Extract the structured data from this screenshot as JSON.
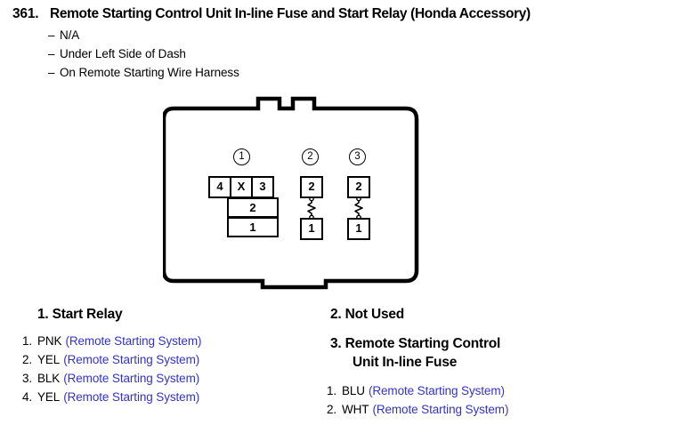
{
  "header": {
    "number": "361.",
    "title": "Remote Starting Control Unit In-line Fuse and Start Relay (Honda Accessory)",
    "notes": [
      "N/A",
      "Under Left Side of Dash",
      "On Remote Starting Wire Harness"
    ]
  },
  "diagram": {
    "markers": [
      {
        "label": "1"
      },
      {
        "label": "2"
      },
      {
        "label": "3"
      }
    ],
    "connector_1": {
      "top_row": [
        "4",
        "X",
        "3"
      ],
      "wide_rows": [
        "2",
        "1"
      ]
    },
    "connector_2": {
      "top_pad": "2",
      "bottom_pad": "1",
      "element": "fuse-zigzag"
    },
    "connector_3": {
      "top_pad": "2",
      "bottom_pad": "1",
      "element": "fuse-zigzag"
    }
  },
  "legend": {
    "left": {
      "heading": "1. Start Relay",
      "wires": [
        {
          "index": "1.",
          "code": "PNK",
          "system": "(Remote Starting System)"
        },
        {
          "index": "2.",
          "code": "YEL",
          "system": "(Remote Starting System)"
        },
        {
          "index": "3.",
          "code": "BLK",
          "system": "(Remote Starting System)"
        },
        {
          "index": "4.",
          "code": "YEL",
          "system": "(Remote Starting System)"
        }
      ]
    },
    "right": {
      "heading_not_used": "2. Not Used",
      "heading_fuse_line1": "3. Remote Starting Control",
      "heading_fuse_line2": "Unit In-line Fuse",
      "wires": [
        {
          "index": "1.",
          "code": "BLU",
          "system": "(Remote Starting System)"
        },
        {
          "index": "2.",
          "code": "WHT",
          "system": "(Remote Starting System)"
        }
      ]
    }
  },
  "colors": {
    "ink": "#000000",
    "system_blue": "#3333cc",
    "paper": "#ffffff"
  }
}
